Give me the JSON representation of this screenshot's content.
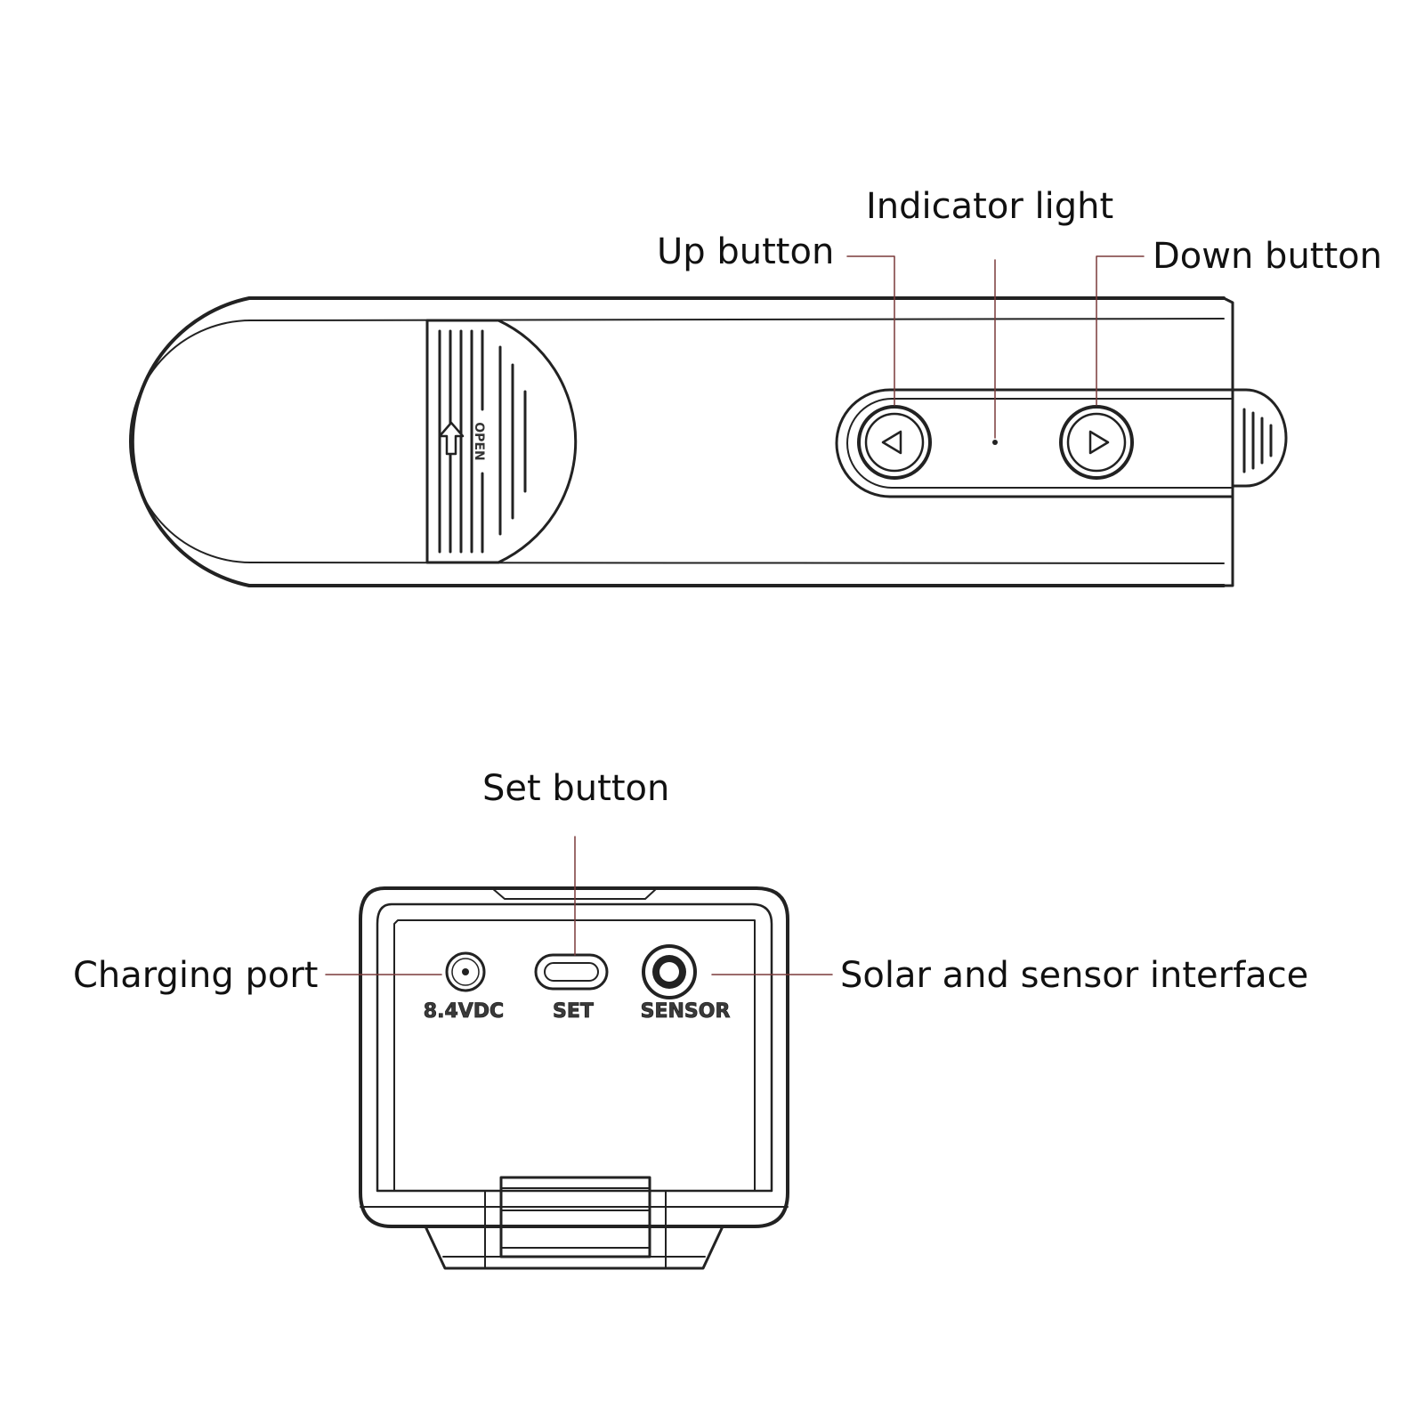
{
  "top_view": {
    "callouts": {
      "up_button": "Up button",
      "indicator_light": "Indicator light",
      "down_button": "Down button"
    },
    "cover_emboss": "OPEN"
  },
  "bottom_view": {
    "callouts": {
      "set_button": "Set button",
      "charging_port": "Charging port",
      "solar_sensor": "Solar and sensor interface"
    },
    "port_labels": {
      "charging": "8.4VDC",
      "set": "SET",
      "sensor": "SENSOR"
    }
  },
  "colors": {
    "outline": "#222222",
    "leader": "#7a3a3a",
    "text": "#111111"
  },
  "icons": {
    "up_button": "left-triangle-icon",
    "down_button": "right-triangle-icon",
    "cover_arrow": "arrow-up-icon"
  }
}
